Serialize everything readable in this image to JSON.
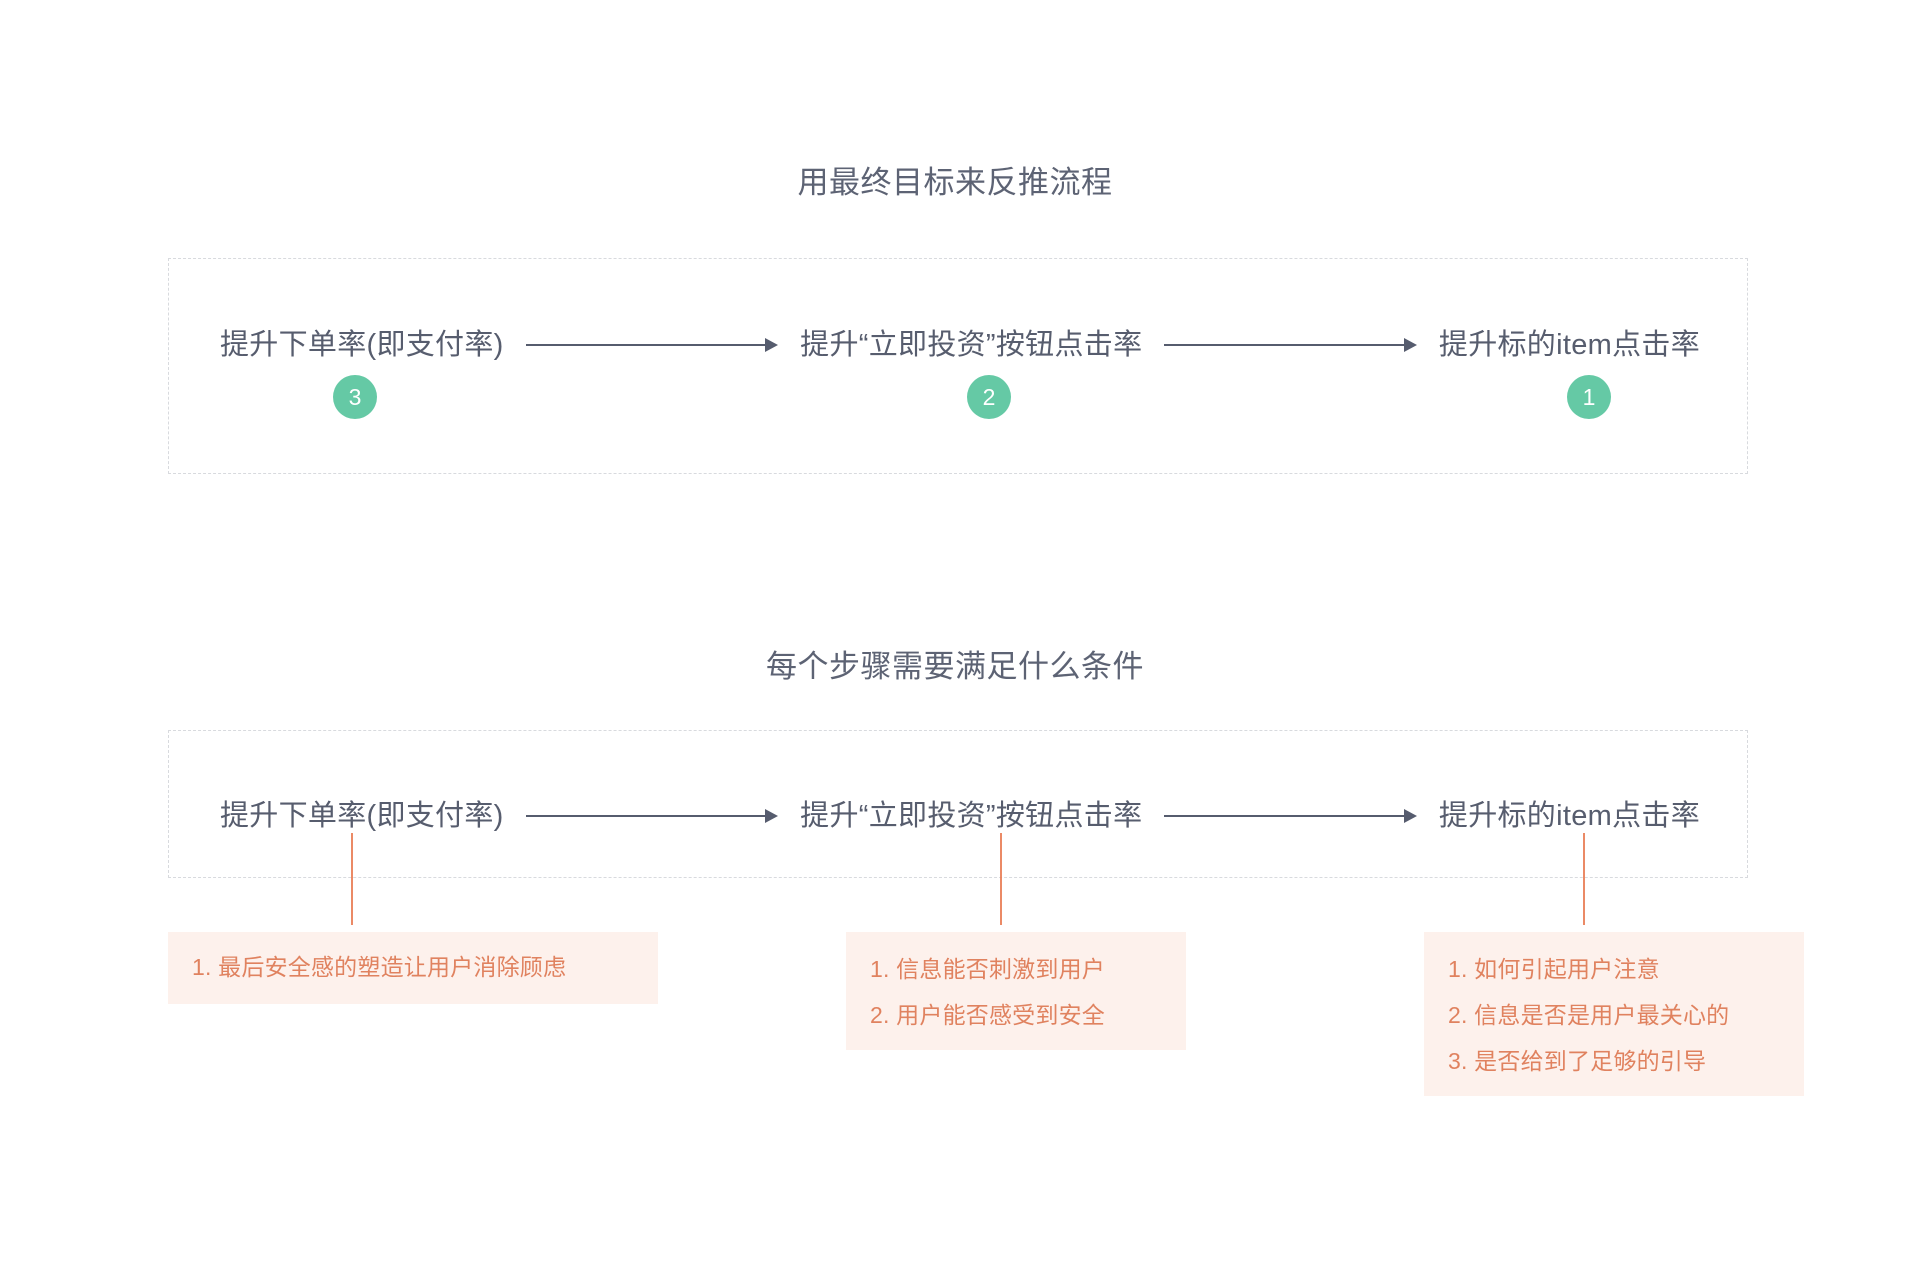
{
  "sections": [
    {
      "title": "用最终目标来反推流程",
      "nodes": [
        {
          "label": "提升下单率(即支付率)",
          "badge": "3"
        },
        {
          "label": "提升“立即投资”按钮点击率",
          "badge": "2"
        },
        {
          "label": "提升标的item点击率",
          "badge": "1"
        }
      ]
    },
    {
      "title": "每个步骤需要满足什么条件",
      "nodes": [
        {
          "label": "提升下单率(即支付率)"
        },
        {
          "label": "提升“立即投资”按钮点击率"
        },
        {
          "label": "提升标的item点击率"
        }
      ],
      "notes": [
        {
          "lines": [
            "1. 最后安全感的塑造让用户消除顾虑"
          ]
        },
        {
          "lines": [
            "1. 信息能否刺激到用户",
            "2. 用户能否感受到安全"
          ]
        },
        {
          "lines": [
            "1. 如何引起用户注意",
            "2. 信息是否是用户最关心的",
            "3. 是否给到了足够的引导"
          ]
        }
      ]
    }
  ],
  "colors": {
    "badge_green": "#65c9a5",
    "note_background": "#fdf1ec",
    "note_text": "#e0825f",
    "connector_orange": "#e8764b",
    "node_text": "#575d6e",
    "dashed_border": "#d8dade"
  }
}
